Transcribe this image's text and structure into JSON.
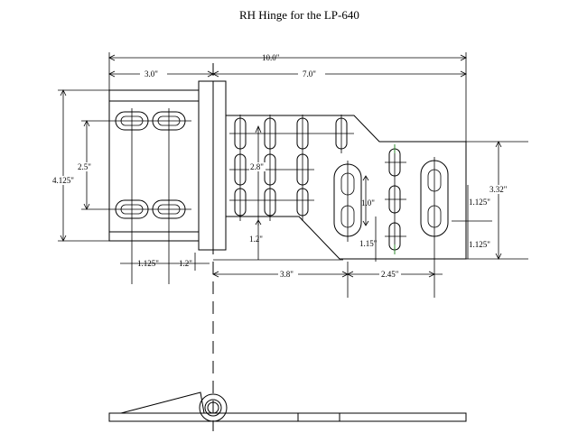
{
  "title": "RH Hinge for the LP-640",
  "dimensions": {
    "overall_width": "10.0\"",
    "left_leaf_width": "3.0\"",
    "right_leaf_width": "7.0\"",
    "left_height": "4.125\"",
    "left_slot_spacing": "2.5\"",
    "middle_slot_spacing": "2.8\"",
    "slot_length": "1.0\"",
    "bottom_step": "1.2\"",
    "right_gap": "1.15\"",
    "right_height": "3.32\"",
    "right_upper": "1.125\"",
    "right_lower": "1.125\"",
    "bottom_left_a": "1.125\"",
    "bottom_left_b": "1.2\"",
    "bottom_mid": "3.8\"",
    "bottom_right": "2.45\""
  },
  "colors": {
    "line": "#000000",
    "background": "#ffffff",
    "accent_tick": "#2e8b2e"
  }
}
